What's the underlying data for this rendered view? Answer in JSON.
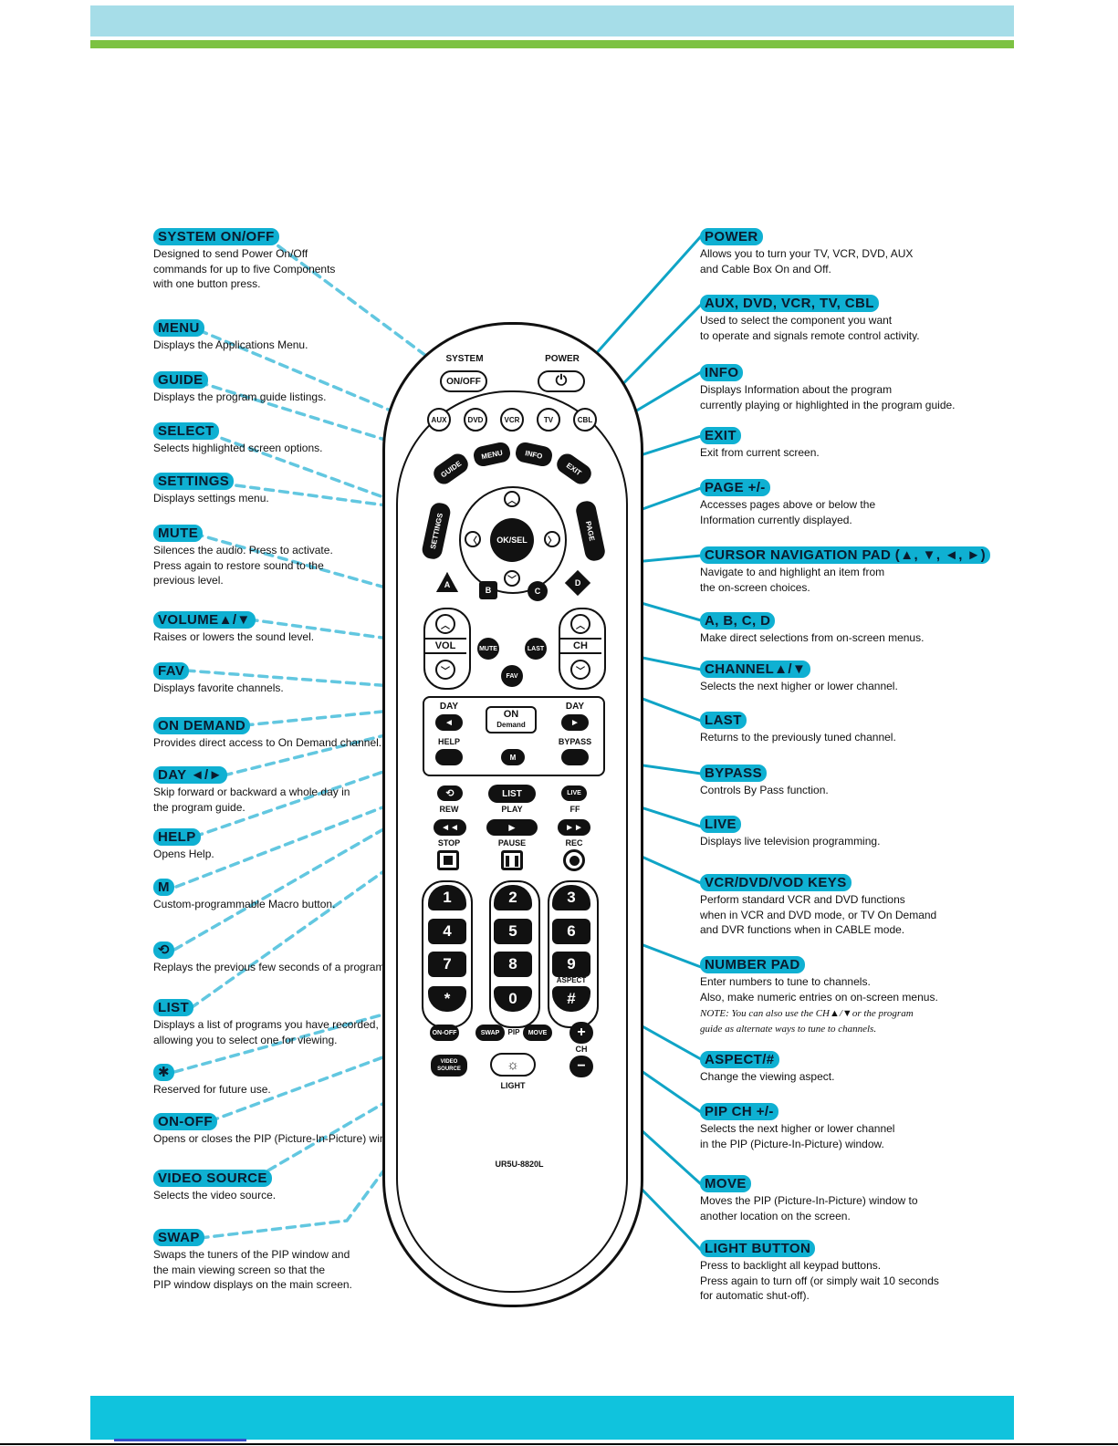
{
  "colors": {
    "accent_cyan": "#0fb0d2",
    "top_bar": "#a6dde8",
    "green_rule": "#7cc242",
    "bottom_bar": "#10c3dd"
  },
  "left_callouts": [
    {
      "title": "SYSTEM  ON/OFF",
      "desc": "Designed to send Power On/Off\ncommands for up to five Components\nwith one button press."
    },
    {
      "title": "MENU",
      "desc": "Displays the Applications Menu."
    },
    {
      "title": "GUIDE",
      "desc": "Displays the program guide listings."
    },
    {
      "title": "SELECT",
      "desc": "Selects highlighted screen options."
    },
    {
      "title": "SETTINGS",
      "desc": "Displays settings menu."
    },
    {
      "title": "MUTE",
      "desc": "Silences the audio. Press to activate.\nPress again to restore sound to the\nprevious level."
    },
    {
      "title": "VOLUME▲/▼",
      "desc": "Raises or lowers the sound level."
    },
    {
      "title": "FAV",
      "desc": "Displays favorite channels."
    },
    {
      "title": "ON  DEMAND",
      "desc": "Provides direct access to On Demand channel."
    },
    {
      "title": "DAY ◄/►",
      "desc": "Skip forward or backward a whole day in\nthe program guide."
    },
    {
      "title": "HELP",
      "desc": "Opens Help."
    },
    {
      "title": "M",
      "desc": "Custom-programmable Macro button."
    },
    {
      "title": "⟲",
      "desc": "Replays the previous few seconds of a program."
    },
    {
      "title": "LIST",
      "desc": "Displays a list of programs you have recorded,\nallowing you to select one for viewing."
    },
    {
      "title": "✱",
      "desc": "Reserved for future use."
    },
    {
      "title": "ON-OFF",
      "desc": "Opens or closes the PIP (Picture-In-Picture) window."
    },
    {
      "title": "VIDEO  SOURCE",
      "desc": "Selects the video source."
    },
    {
      "title": "SWAP",
      "desc": "Swaps the tuners of the PIP window and\nthe main viewing screen so that the\nPIP window displays on the main screen."
    }
  ],
  "right_callouts": [
    {
      "title": "POWER",
      "desc": "Allows you to turn your TV, VCR, DVD, AUX\nand Cable Box On and Off."
    },
    {
      "title": "AUX,  DVD,  VCR,  TV,  CBL",
      "desc": "Used to select the component you want\nto operate and signals remote control activity."
    },
    {
      "title": "INFO",
      "desc": "Displays Information about the program\ncurrently playing or highlighted in the program guide."
    },
    {
      "title": "EXIT",
      "desc": "Exit from current screen."
    },
    {
      "title": "PAGE  +/-",
      "desc": "Accesses pages above or below the\nInformation currently displayed."
    },
    {
      "title": "CURSOR  NAVIGATION  PAD (▲, ▼, ◄, ►)",
      "desc": "Navigate to and highlight an item from\nthe on-screen choices."
    },
    {
      "title": "A,  B,  C,  D",
      "desc": "Make direct selections from on-screen menus."
    },
    {
      "title": "CHANNEL▲/▼",
      "desc": "Selects the next higher or lower channel."
    },
    {
      "title": "LAST",
      "desc": "Returns to the previously tuned channel."
    },
    {
      "title": "BYPASS",
      "desc": "Controls By Pass function."
    },
    {
      "title": "LIVE",
      "desc": "Displays live television programming."
    },
    {
      "title": "VCR/DVD/VOD  KEYS",
      "desc": "Perform standard VCR and DVD functions\nwhen in VCR and DVD mode, or TV On Demand\nand DVR functions when in CABLE mode."
    },
    {
      "title": "NUMBER  PAD",
      "desc": "Enter numbers to tune to channels.\nAlso, make numeric entries on on-screen menus.",
      "note": "NOTE: You can also use the CH▲/▼or the program\nguide as alternate ways to tune to channels."
    },
    {
      "title": "ASPECT/#",
      "desc": "Change the viewing aspect."
    },
    {
      "title": "PIP  CH  +/-",
      "desc": "Selects the next higher or lower channel\nin the PIP (Picture-In-Picture) window."
    },
    {
      "title": "MOVE",
      "desc": "Moves the PIP (Picture-In-Picture) window to\nanother location on the screen."
    },
    {
      "title": "LIGHT  BUTTON",
      "desc": "Press to backlight all keypad buttons.\nPress again to turn off (or simply wait 10 seconds\nfor automatic shut-off)."
    }
  ],
  "remote": {
    "system_label": "SYSTEM",
    "system_button": "ON/OFF",
    "power_label": "POWER",
    "power_icon": "⏻",
    "components": [
      "AUX",
      "DVD",
      "VCR",
      "TV",
      "CBL"
    ],
    "guide": "GUIDE",
    "menu": "MENU",
    "info": "INFO",
    "exit": "EXIT",
    "settings": "SETTINGS",
    "ok": "OK/SEL",
    "page": "PAGE",
    "a": "A",
    "b": "B",
    "c": "C",
    "d": "D",
    "vol": "VOL",
    "ch": "CH",
    "mute": "MUTE",
    "last": "LAST",
    "fav": "FAV",
    "day": "DAY",
    "on": "ON",
    "demand": "Demand",
    "help": "HELP",
    "bypass": "BYPASS",
    "m": "M",
    "replay": "⟲",
    "list": "LIST",
    "live": "LIVE",
    "rew": "REW",
    "play": "PLAY",
    "ff": "FF",
    "stop": "STOP",
    "pause": "PAUSE",
    "rec": "REC",
    "keys": [
      "1",
      "2",
      "3",
      "4",
      "5",
      "6",
      "7",
      "8",
      "9",
      "*",
      "0",
      "#"
    ],
    "aspect": "ASPECT",
    "onoff": "ON-OFF",
    "swap": "SWAP",
    "pip": "PIP",
    "move": "MOVE",
    "video1": "VIDEO",
    "video2": "SOURCE",
    "light": "LIGHT",
    "light_icon": "☼",
    "plus": "+",
    "minus": "−",
    "model": "UR5U-8820L"
  }
}
